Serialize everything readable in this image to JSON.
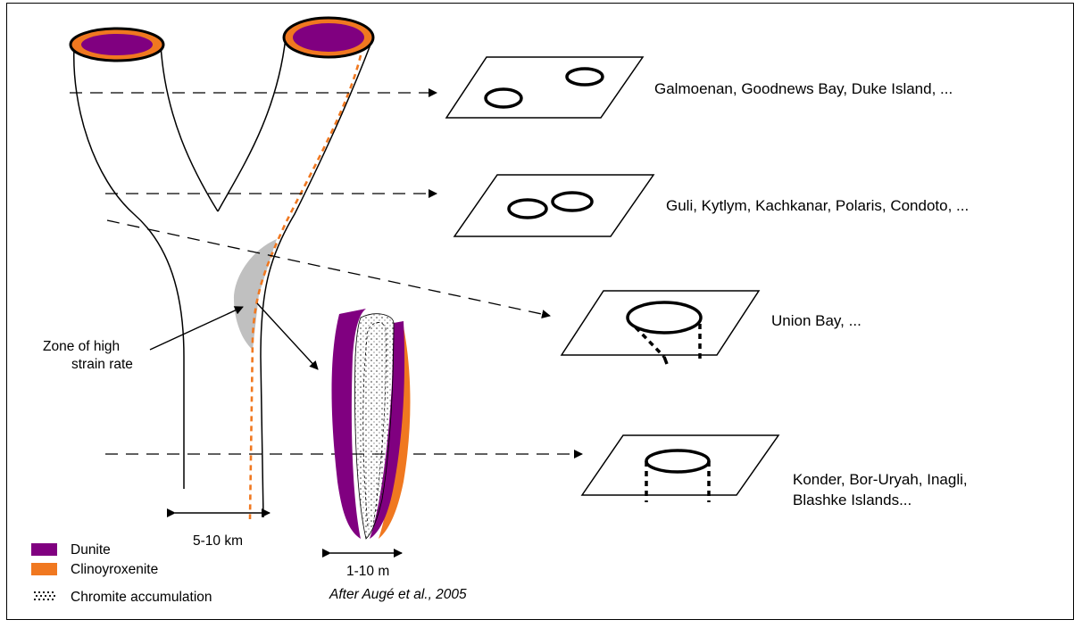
{
  "localities": {
    "row1": "Galmoenan, Goodnews Bay,  Duke Island, ...",
    "row2": "Guli, Kytlym, Kachkanar, Polaris, Condoto, ...",
    "row3": "Union Bay, ...",
    "row4_line1": "Konder, Bor-Uryah, Inagli,",
    "row4_line2": "Blashke Islands..."
  },
  "zone_label": {
    "line1": "Zone of high",
    "line2": "strain rate"
  },
  "scales": {
    "conduit_width": "5-10 km",
    "detail_width": "1-10 m"
  },
  "citation": "After Augé et al., 2005",
  "legend": {
    "items": [
      {
        "label": "Dunite",
        "color": "#800080"
      },
      {
        "label": "Clinoyroxenite",
        "color": "#f07820"
      },
      {
        "label": "Chromite accumulation",
        "color": "#000000"
      }
    ]
  },
  "colors": {
    "dunite": "#800080",
    "clinopyroxenite": "#f07820",
    "high_strain_zone": "#c0c0c0",
    "line": "#000000"
  }
}
